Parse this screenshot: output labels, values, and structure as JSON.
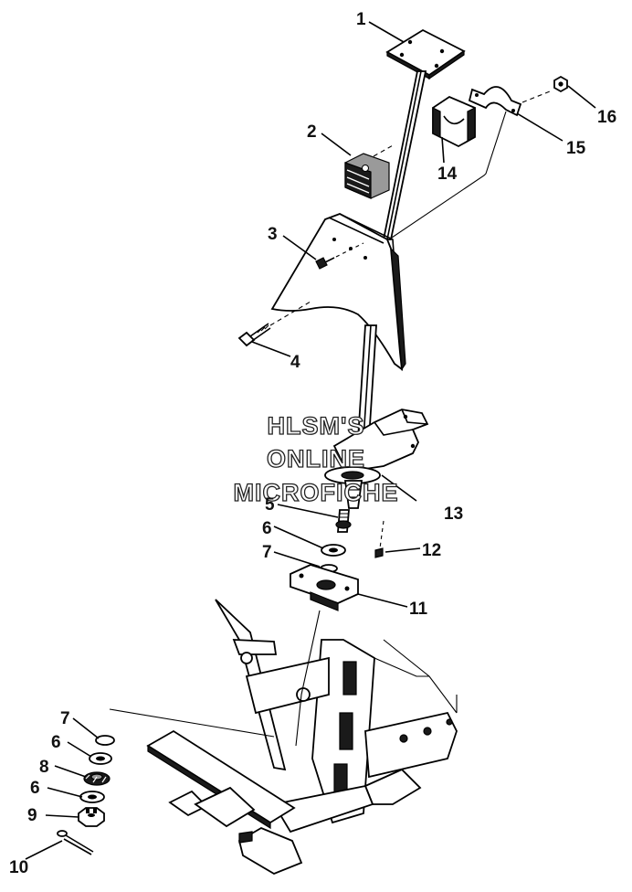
{
  "watermark": {
    "line1": "HLSM'S",
    "line2": "ONLINE",
    "line3": "MICROFICHE"
  },
  "callouts": {
    "c1": "1",
    "c2": "2",
    "c3": "3",
    "c4": "4",
    "c5": "5",
    "c6a": "6",
    "c7a": "7",
    "c6b": "6",
    "c7b": "7",
    "c8": "8",
    "c6c": "6",
    "c9": "9",
    "c10": "10",
    "c11": "11",
    "c12": "12",
    "c13": "13",
    "c14": "14",
    "c15": "15",
    "c16": "16"
  },
  "colors": {
    "line": "#000000",
    "background": "#ffffff",
    "shading": "#1a1a1a"
  }
}
